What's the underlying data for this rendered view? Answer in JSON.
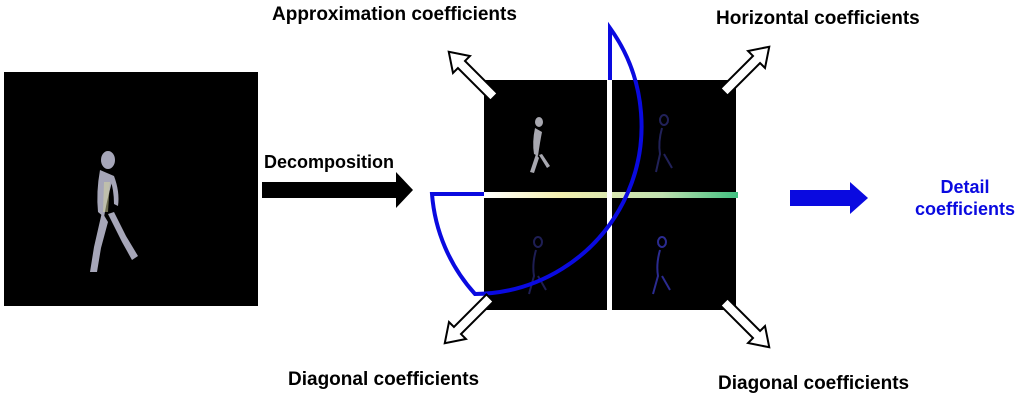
{
  "labels": {
    "approximation": "Approximation coefficients",
    "horizontal": "Horizontal coefficients",
    "decomposition": "Decomposition",
    "detail_line1": "Detail",
    "detail_line2": "coefficients",
    "diagonal_left": "Diagonal coefficients",
    "diagonal_right": "Diagonal coefficients"
  },
  "colors": {
    "detail_accent": "#0a0ae0",
    "image_background": "#000000",
    "figure_tint": "#c8c8d8"
  }
}
